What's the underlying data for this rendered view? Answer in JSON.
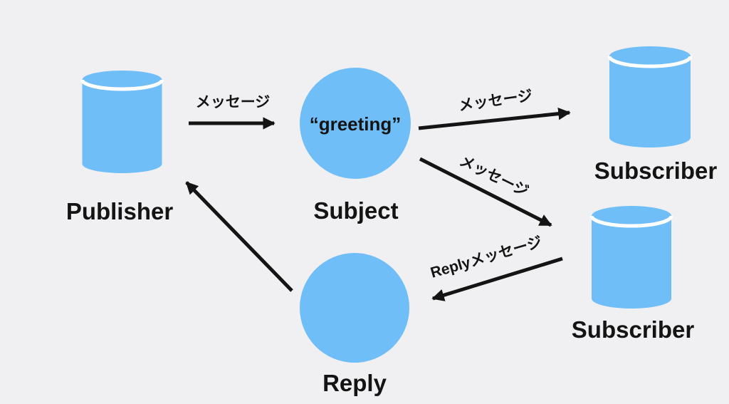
{
  "diagram": {
    "background_color": "#f0f0f2",
    "node_color": "#70bef8",
    "line_color": "#141414",
    "cap_separator_color": "#ffffff"
  },
  "nodes": {
    "publisher": {
      "label": "Publisher",
      "shape": "cylinder"
    },
    "subject": {
      "label": "Subject",
      "value": "“greeting”",
      "shape": "circle"
    },
    "subscriber_top": {
      "label": "Subscriber",
      "shape": "cylinder"
    },
    "subscriber_bottom": {
      "label": "Subscriber",
      "shape": "cylinder"
    },
    "reply": {
      "label": "Reply",
      "shape": "circle"
    }
  },
  "edges": [
    {
      "from": "publisher",
      "to": "subject",
      "label": "メッセージ"
    },
    {
      "from": "subject",
      "to": "subscriber_top",
      "label": "メッセージ"
    },
    {
      "from": "subject",
      "to": "subscriber_bottom",
      "label": "メッセージ"
    },
    {
      "from": "subscriber_bottom",
      "to": "reply",
      "label": "Replyメッセージ"
    },
    {
      "from": "reply",
      "to": "publisher",
      "label": ""
    }
  ]
}
